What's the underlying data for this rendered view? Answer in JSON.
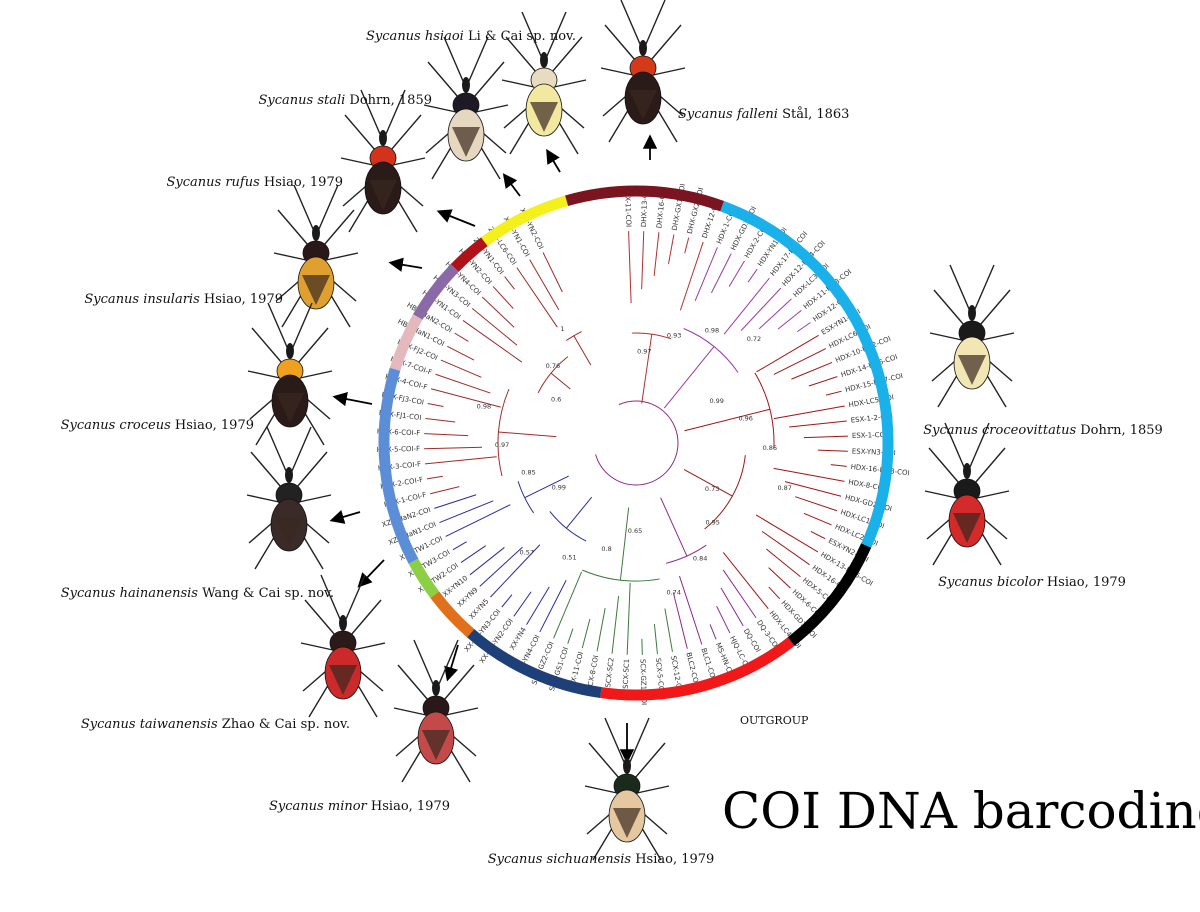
{
  "title": "COI DNA barcoding",
  "outgroup_label": "OUTGROUP",
  "species": [
    {
      "id": "hsiaoi",
      "genus": "Sycanus",
      "epithet": "hsiaoi",
      "author": "Li & Cai sp. nov."
    },
    {
      "id": "falleni",
      "genus": "Sycanus",
      "epithet": "falleni",
      "author": "Stål, 1863"
    },
    {
      "id": "stali",
      "genus": "Sycanus",
      "epithet": "stali",
      "author": "Dohrn, 1859"
    },
    {
      "id": "rufus",
      "genus": "Sycanus",
      "epithet": "rufus",
      "author": "Hsiao, 1979"
    },
    {
      "id": "insularis",
      "genus": "Sycanus",
      "epithet": "insularis",
      "author": "Hsiao, 1979"
    },
    {
      "id": "croceus",
      "genus": "Sycanus",
      "epithet": "croceus",
      "author": "Hsiao, 1979"
    },
    {
      "id": "hainanensis",
      "genus": "Sycanus",
      "epithet": "hainanensis",
      "author": "Wang & Cai sp. nov."
    },
    {
      "id": "taiwanensis",
      "genus": "Sycanus",
      "epithet": "taiwanensis",
      "author": "Zhao & Cai sp. nov."
    },
    {
      "id": "minor",
      "genus": "Sycanus",
      "epithet": "minor",
      "author": "Hsiao, 1979"
    },
    {
      "id": "sichuanensis",
      "genus": "Sycanus",
      "epithet": "sichuanensis",
      "author": "Hsiao, 1979"
    },
    {
      "id": "croceovittatus",
      "genus": "Sycanus",
      "epithet": "croceovittatus",
      "author": "Dohrn, 1859"
    },
    {
      "id": "bicolor",
      "genus": "Sycanus",
      "epithet": "bicolor",
      "author": "Hsiao, 1979"
    }
  ],
  "clade_ring": [
    {
      "name": "falleni",
      "color": "#7a1420"
    },
    {
      "name": "hsiaoi",
      "color": "#f3f01c"
    },
    {
      "name": "stali",
      "color": "#b01217"
    },
    {
      "name": "rufus",
      "color": "#8a6aa6"
    },
    {
      "name": "insularis",
      "color": "#e4b8bc"
    },
    {
      "name": "croceus",
      "color": "#5b8ed6"
    },
    {
      "name": "hainanensis",
      "color": "#8ccf44"
    },
    {
      "name": "taiwanensis",
      "color": "#e0701a"
    },
    {
      "name": "minor",
      "color": "#1f3f78"
    },
    {
      "name": "sichuanensis",
      "color": "#f01818"
    },
    {
      "name": "outgroup",
      "color": "#000000"
    },
    {
      "name": "croceovittatus-bicolor",
      "color": "#1ab0ea"
    }
  ],
  "leaves": [
    "DHX-11-COI",
    "DHX-13-COI",
    "DHX-16-COI",
    "DHX-GX1-COI",
    "DHX-GX2-COI",
    "DHX-12-COI",
    "HDX-1-COI",
    "HDX-GD3-COI",
    "HDX-2-COI",
    "HDX-YN1-COI",
    "HDX-17-HD-COI",
    "HDX-12-HD4-COI",
    "HDX-LC3-COI",
    "HDX-11-HD3-COI",
    "HDX-12-COI",
    "ESX-YN1-COI",
    "HDX-LC6-COI",
    "HDX-10-HD2-COI",
    "HDX-14-HD6-COI",
    "HDX-15-HD7-COI",
    "HDX-LC5-COI",
    "ESX-1-2-COI",
    "ESX-1-COI",
    "ESX-YN3-COI",
    "HDX-16-HD8-COI",
    "HDX-8-COI",
    "HDX-GD2-COI",
    "HDX-LC1-COI",
    "HDX-LC2-COI",
    "ESX-YN2-COI",
    "HDX-13-HD5-COI",
    "HDX-16-COI",
    "HDX-5-COI",
    "HDX-6-COI",
    "HDX-GD1-COI",
    "HDX-LC4-COI",
    "DQ-3-COI",
    "DQ-COI",
    "HJQ-LC-COI",
    "MS-HN-COI",
    "BLC1-COI",
    "BLC2-COI",
    "SCX-12-COI",
    "SCX-5-COI",
    "SCX-GZ1-COI",
    "SCX-SC1",
    "SCX-SC2",
    "SCX-8-COI",
    "SCX-11-COI",
    "SCX-GS1-COI",
    "SCX-GZ2-COI",
    "XX-YN4-COI",
    "XX-YN4",
    "XX-HC-YN2-COI",
    "XX-HC-YN3-COI",
    "XX-YN5",
    "XX-YN9",
    "XX-YN10",
    "XZ1-TW2-COI",
    "XZ1-TW3-COI",
    "XZ1-TW1-COI",
    "XZ2-HaN1-COI",
    "XZ2-HaN2-COI",
    "HUX-1-COI-F",
    "HUX-2-COI-F",
    "HUX-3-COI-F",
    "HUX-5-COI-F",
    "HUX-6-COI-F",
    "HUX-FJ1-COI",
    "HUX-FJ3-COI",
    "HUX-4-COI-F",
    "HUX-7-COI-F",
    "HUX-FJ2-COI",
    "HBX-HaN1-COI",
    "HBX-HaN2-COI",
    "HBX-YN1-COI",
    "HOX-YN3-COI",
    "HOX-YN4-COI",
    "HOX-YN2-COI",
    "ZYX-YN1-COI",
    "ZYX-LC6-COI",
    "XZ3-YN1-COI",
    "XZ3-YN2-COI"
  ],
  "support_values": [
    "0.97",
    "0.93",
    "0.98",
    "0.72",
    "0.99",
    "0.96",
    "0.86",
    "0.87",
    "0.73",
    "0.95",
    "0.84",
    "0.74",
    "0.65",
    "0.8",
    "0.51",
    "0.57",
    "0.99",
    "0.85",
    "0.97",
    "0.98",
    "0.6",
    "0.76",
    "1"
  ]
}
